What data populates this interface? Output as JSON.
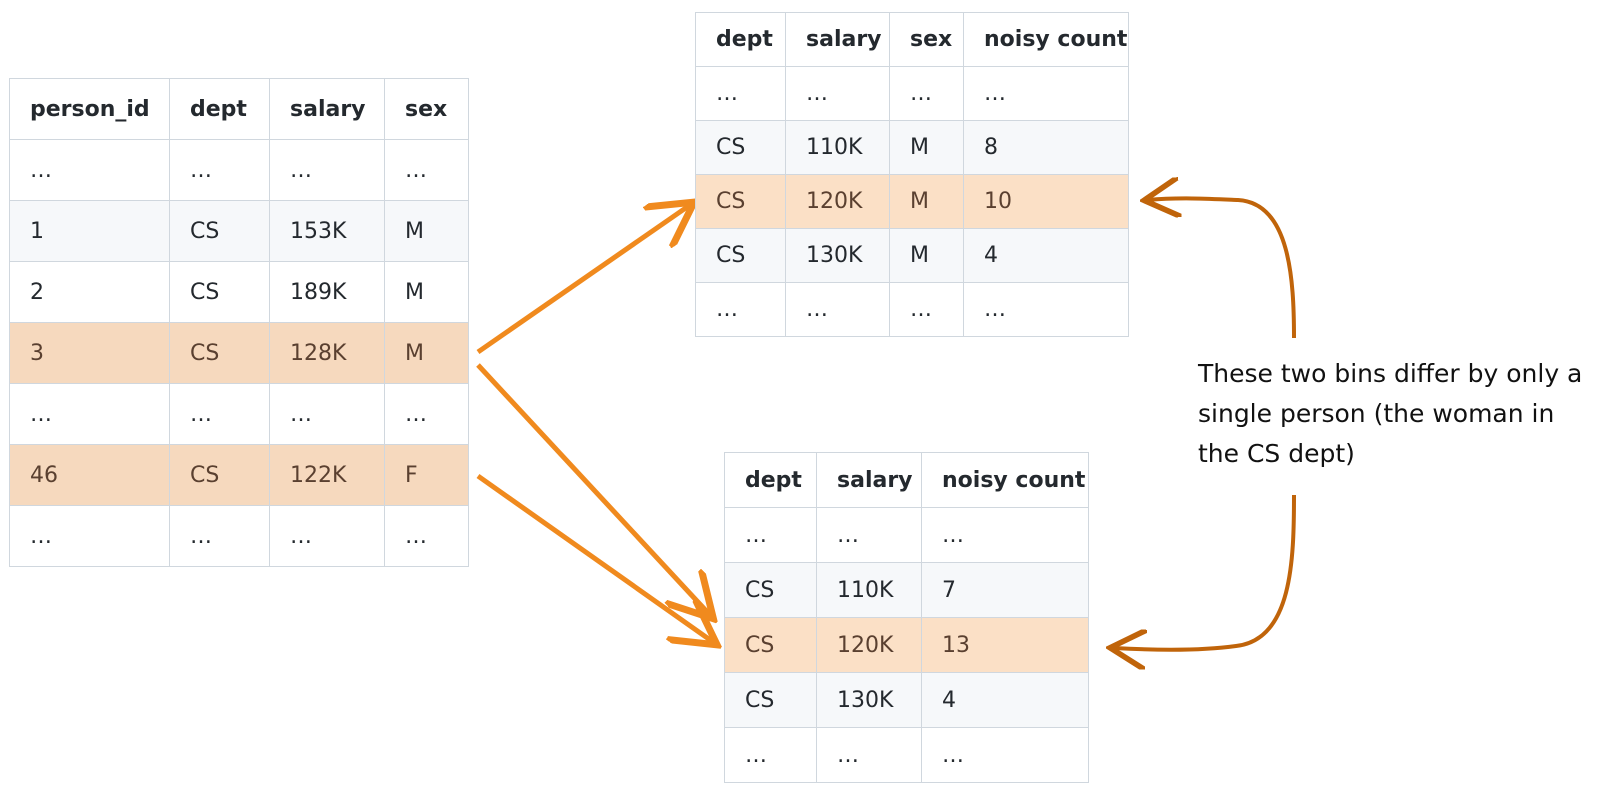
{
  "main_table": {
    "headers": [
      "person_id",
      "dept",
      "salary",
      "sex"
    ],
    "rows": [
      [
        "…",
        "…",
        "…",
        "…"
      ],
      [
        "1",
        "CS",
        "153K",
        "M"
      ],
      [
        "2",
        "CS",
        "189K",
        "M"
      ],
      [
        "3",
        "CS",
        "128K",
        "M"
      ],
      [
        "…",
        "…",
        "…",
        "…"
      ],
      [
        "46",
        "CS",
        "122K",
        "F"
      ],
      [
        "…",
        "…",
        "…",
        "…"
      ]
    ],
    "highlighted_rows": [
      3,
      5
    ]
  },
  "top_table": {
    "headers": [
      "dept",
      "salary",
      "sex",
      "noisy count"
    ],
    "rows": [
      [
        "…",
        "…",
        "…",
        "…"
      ],
      [
        "CS",
        "110K",
        "M",
        "8"
      ],
      [
        "CS",
        "120K",
        "M",
        "10"
      ],
      [
        "CS",
        "130K",
        "M",
        "4"
      ],
      [
        "…",
        "…",
        "…",
        "…"
      ]
    ],
    "highlighted_rows": [
      2
    ]
  },
  "bottom_table": {
    "headers": [
      "dept",
      "salary",
      "noisy count"
    ],
    "rows": [
      [
        "…",
        "…",
        "…"
      ],
      [
        "CS",
        "110K",
        "7"
      ],
      [
        "CS",
        "120K",
        "13"
      ],
      [
        "CS",
        "130K",
        "4"
      ],
      [
        "…",
        "…",
        "…"
      ]
    ],
    "highlighted_rows": [
      2
    ]
  },
  "annotation": {
    "text": "These two bins differ by only a single person (the woman in the CS dept)"
  },
  "colors": {
    "arrow_orange": "#f08a1e",
    "bracket_brown": "#c0640a",
    "highlight": "#fbe0c6",
    "border": "#d0d7de"
  }
}
